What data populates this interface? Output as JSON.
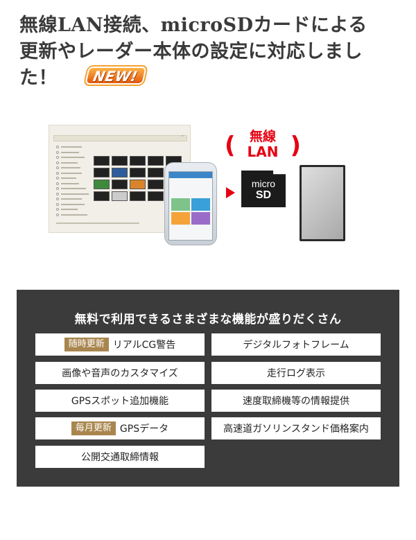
{
  "headline": {
    "line1": "無線LAN接続、microSDカードによる",
    "line2": "更新やレーダー本体の設定に対応しまし",
    "line3": "た！",
    "badge": "NEW!"
  },
  "illustration": {
    "wireless_lan": {
      "line1": "無線",
      "line2": "LAN"
    },
    "sd_card": {
      "line1": "micro",
      "line2": "SD"
    }
  },
  "features": {
    "title": "無料で利用できるさまざまな機能が盛りだくさん",
    "items": [
      {
        "tag": "随時更新",
        "label": "リアルCG警告"
      },
      {
        "tag": "",
        "label": "デジタルフォトフレーム"
      },
      {
        "tag": "",
        "label": "画像や音声のカスタマイズ"
      },
      {
        "tag": "",
        "label": "走行ログ表示"
      },
      {
        "tag": "",
        "label": "GPSスポット追加機能"
      },
      {
        "tag": "",
        "label": "速度取締機等の情報提供"
      },
      {
        "tag": "毎月更新",
        "label": "GPSデータ"
      },
      {
        "tag": "",
        "label": "高速道ガソリンスタンド価格案内"
      },
      {
        "tag": "",
        "label": "公開交通取締情報"
      }
    ]
  },
  "colors": {
    "accent_red": "#e60012",
    "tag_gold": "#a9864f",
    "panel_dark": "#3b3b3b"
  }
}
